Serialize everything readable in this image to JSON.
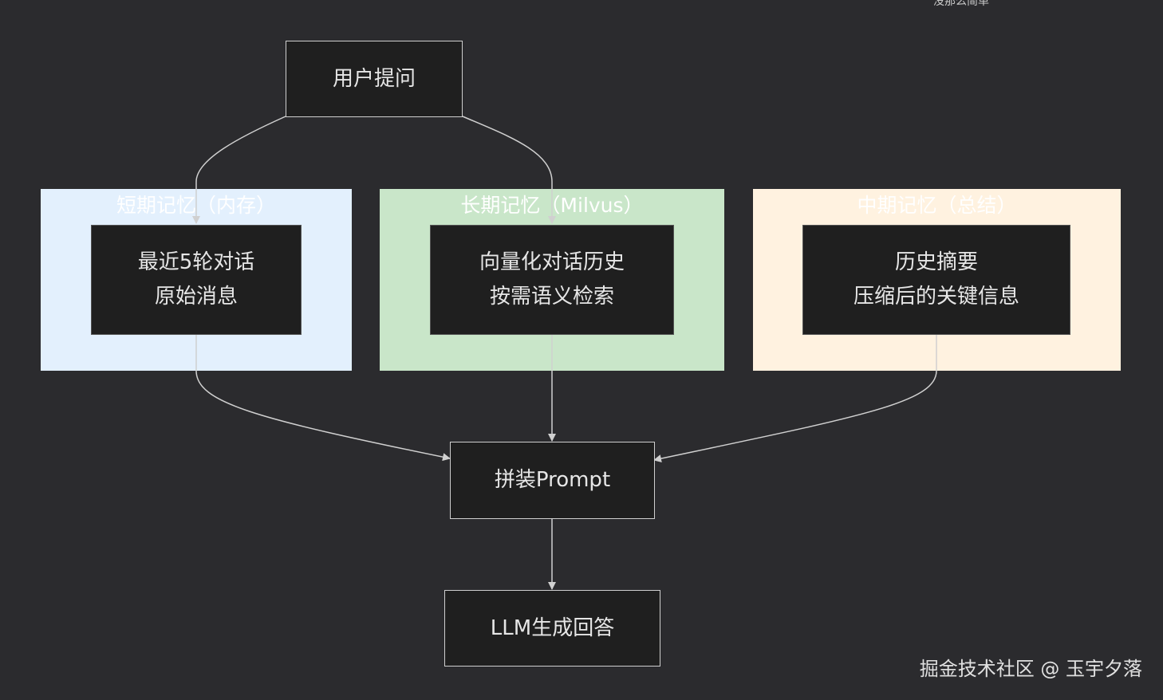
{
  "top_caption": "没那么简单",
  "watermark": "掘金技术社区 @ 玉宇夕落",
  "colors": {
    "background": "#2b2b2e",
    "short_term_group": "#e3f0fd",
    "long_term_group": "#c9e6c9",
    "mid_term_group": "#fff2e0",
    "node_fill": "#1f1f1f",
    "edge": "#d0d0d0"
  },
  "nodes": {
    "user_question": "用户提问",
    "short_term": {
      "group_title": "短期记忆（内存）",
      "line1": "最近5轮对话",
      "line2": "原始消息"
    },
    "long_term": {
      "group_title": "长期记忆（Milvus）",
      "line1": "向量化对话历史",
      "line2": "按需语义检索"
    },
    "mid_term": {
      "group_title": "中期记忆（总结）",
      "line1": "历史摘要",
      "line2": "压缩后的关键信息"
    },
    "assemble_prompt": "拼装Prompt",
    "llm_answer": "LLM生成回答"
  },
  "edges": [
    {
      "from": "user_question",
      "to": "short_term"
    },
    {
      "from": "user_question",
      "to": "long_term"
    },
    {
      "from": "short_term",
      "to": "assemble_prompt"
    },
    {
      "from": "long_term",
      "to": "assemble_prompt"
    },
    {
      "from": "mid_term",
      "to": "assemble_prompt"
    },
    {
      "from": "assemble_prompt",
      "to": "llm_answer"
    }
  ]
}
